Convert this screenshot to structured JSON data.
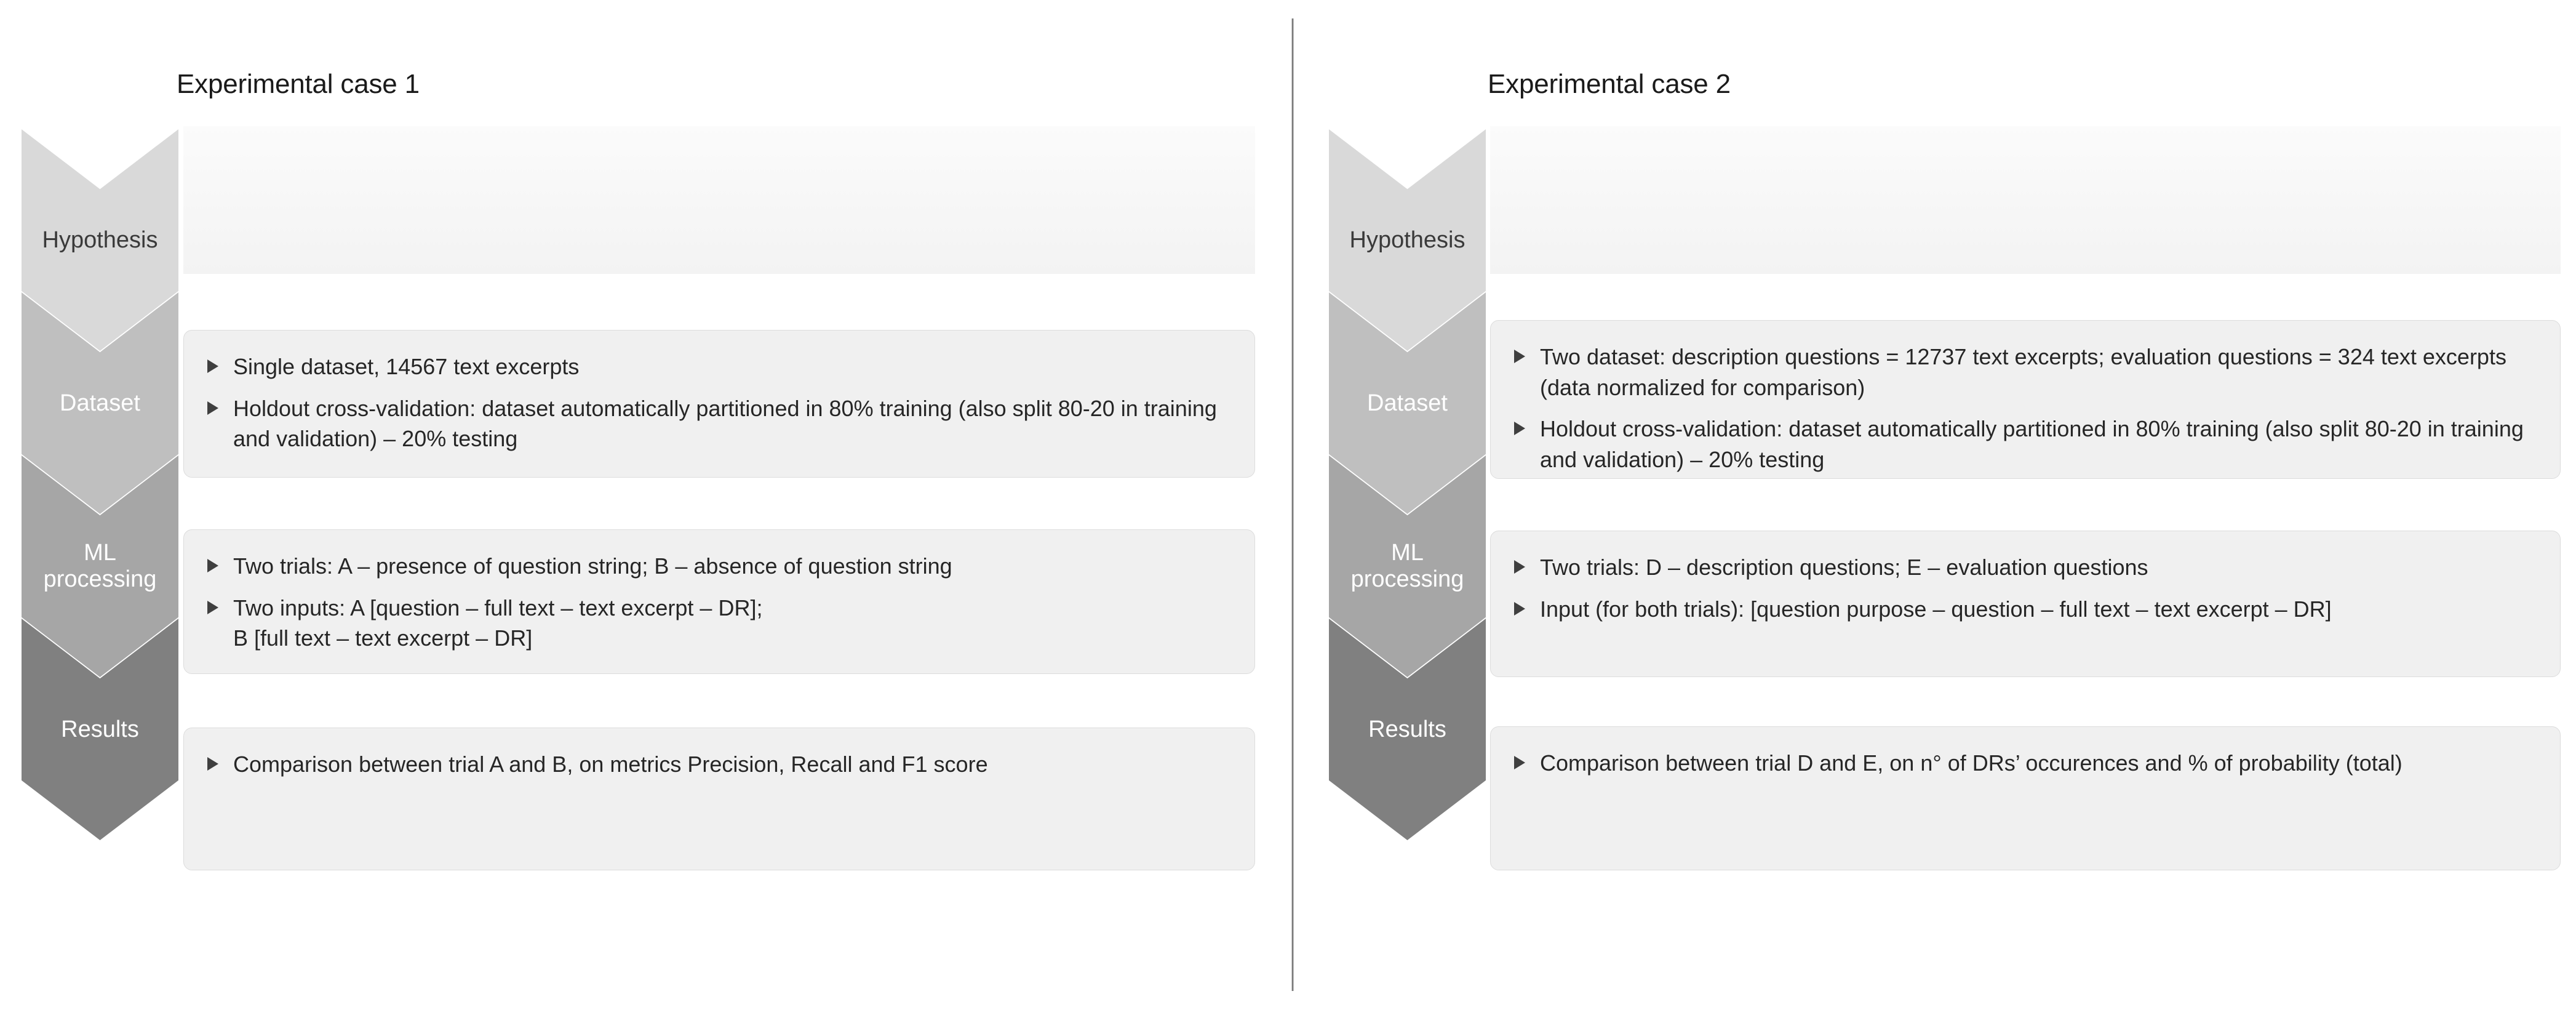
{
  "bullet_icon": "triangle-right-icon",
  "colors": {
    "hypothesis": "#d9d9d9",
    "dataset": "#bfbfbf",
    "ml_processing": "#a6a6a6",
    "results": "#808080",
    "content_box": "#f0f0f0",
    "text": "#262626",
    "divider": "#5e5e5e"
  },
  "panels": [
    {
      "title": "Experimental case 1",
      "stages": [
        {
          "label": "Hypothesis",
          "bullets": []
        },
        {
          "label": "Dataset",
          "bullets": [
            "Single dataset, 14567 text excerpts",
            "Holdout cross-validation: dataset automatically partitioned in 80% training (also split 80-20 in training and validation) – 20% testing"
          ]
        },
        {
          "label": "ML\nprocessing",
          "bullets": [
            "Two trials: A – presence of question string; B – absence of question string",
            "Two inputs: A [question – full text – text excerpt – DR];\nB [full text – text excerpt – DR]"
          ]
        },
        {
          "label": "Results",
          "bullets": [
            "Comparison between trial A and B, on metrics Precision, Recall and F1 score"
          ]
        }
      ]
    },
    {
      "title": "Experimental case 2",
      "stages": [
        {
          "label": "Hypothesis",
          "bullets": []
        },
        {
          "label": "Dataset",
          "bullets": [
            "Two dataset: description questions = 12737 text excerpts; evaluation questions = 324 text excerpts (data normalized for comparison)",
            "Holdout cross-validation: dataset automatically partitioned in 80% training (also split 80-20 in training and validation) – 20% testing"
          ]
        },
        {
          "label": "ML\nprocessing",
          "bullets": [
            "Two trials: D – description questions; E – evaluation questions",
            "Input (for both trials): [question purpose – question – full text – text excerpt – DR]"
          ]
        },
        {
          "label": "Results",
          "bullets": [
            "Comparison between trial D and E, on n° of DRs’ occurences and % of probability (total)"
          ]
        }
      ]
    }
  ]
}
